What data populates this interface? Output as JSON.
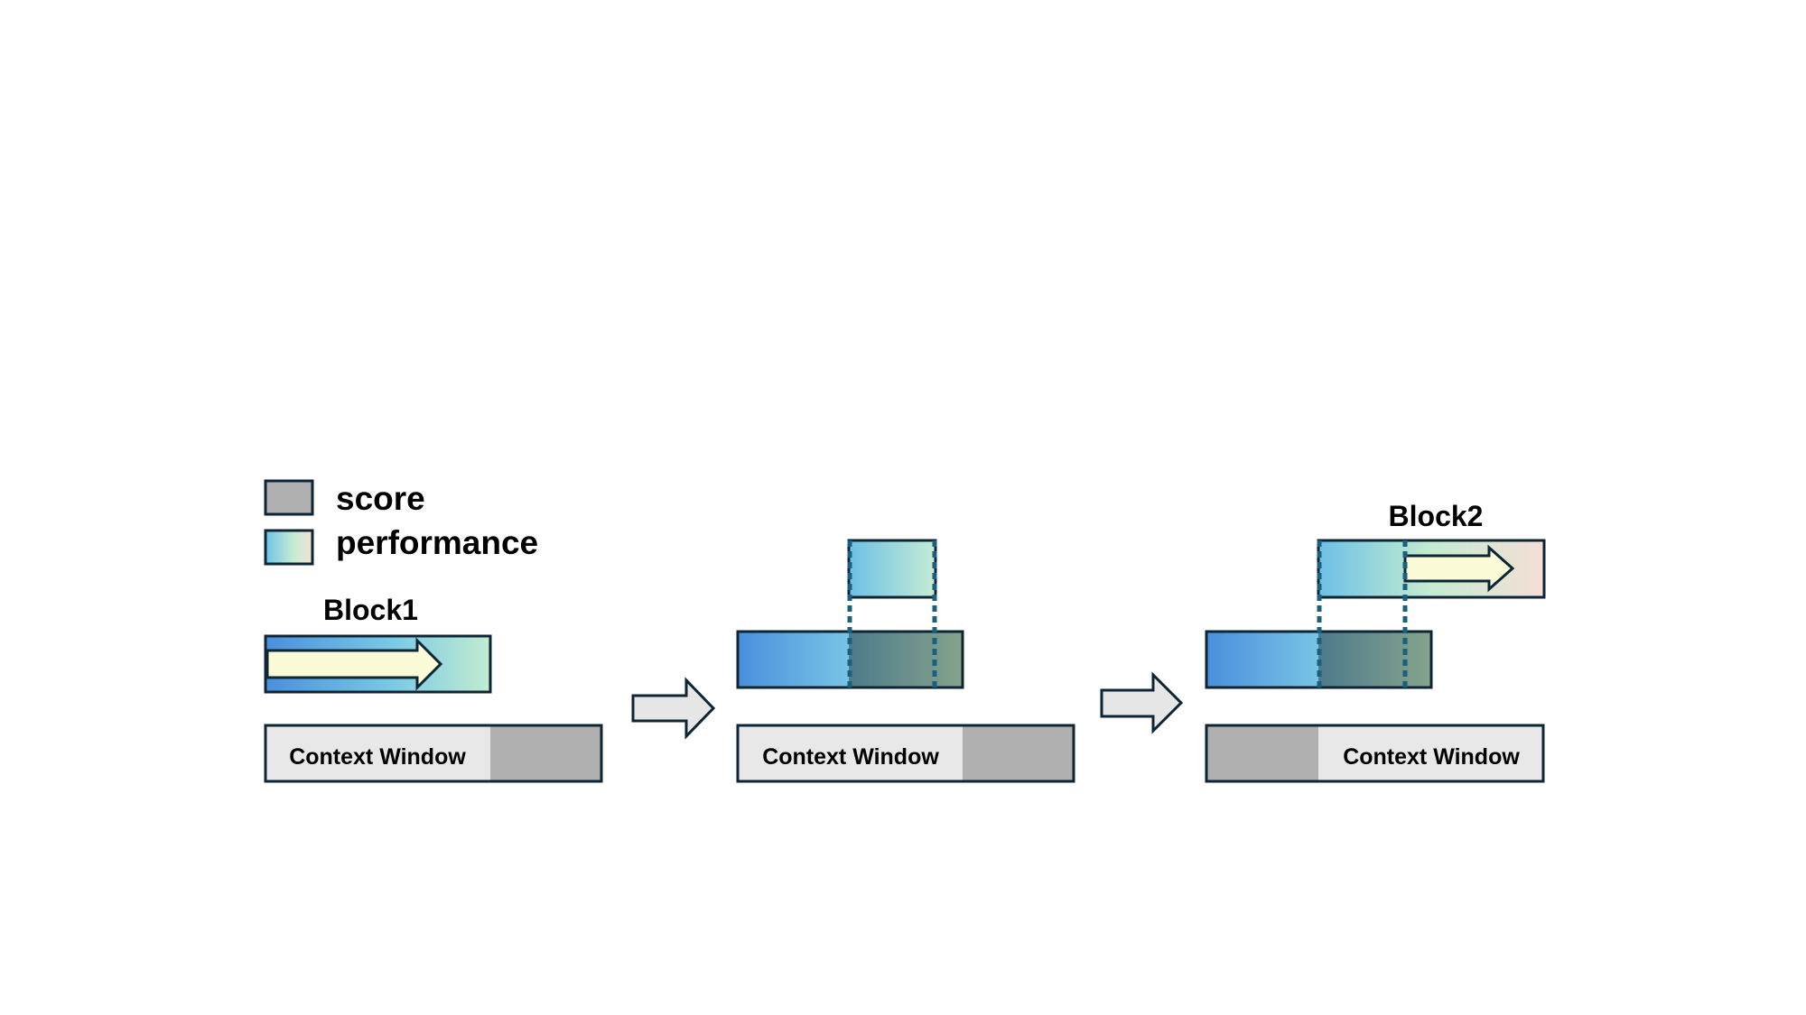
{
  "legend": {
    "items": [
      {
        "label": "score",
        "swatch": "gray"
      },
      {
        "label": "performance",
        "swatch": "gradient"
      }
    ]
  },
  "blocks": {
    "block1": "Block1",
    "block2": "Block2"
  },
  "context_window_label": "Context Window",
  "colors": {
    "border": "#0d2535",
    "gray": "#b0b0b0",
    "light_gray": "#e8e8e8",
    "blue_start": "#4a8fdc",
    "blue_mid": "#74c3e6",
    "green_pale": "#c2ecce",
    "peach": "#f4ddd2",
    "cream": "#fbfbd8",
    "dark_overlay": "#4f7d87",
    "dashed": "#1b607e"
  }
}
